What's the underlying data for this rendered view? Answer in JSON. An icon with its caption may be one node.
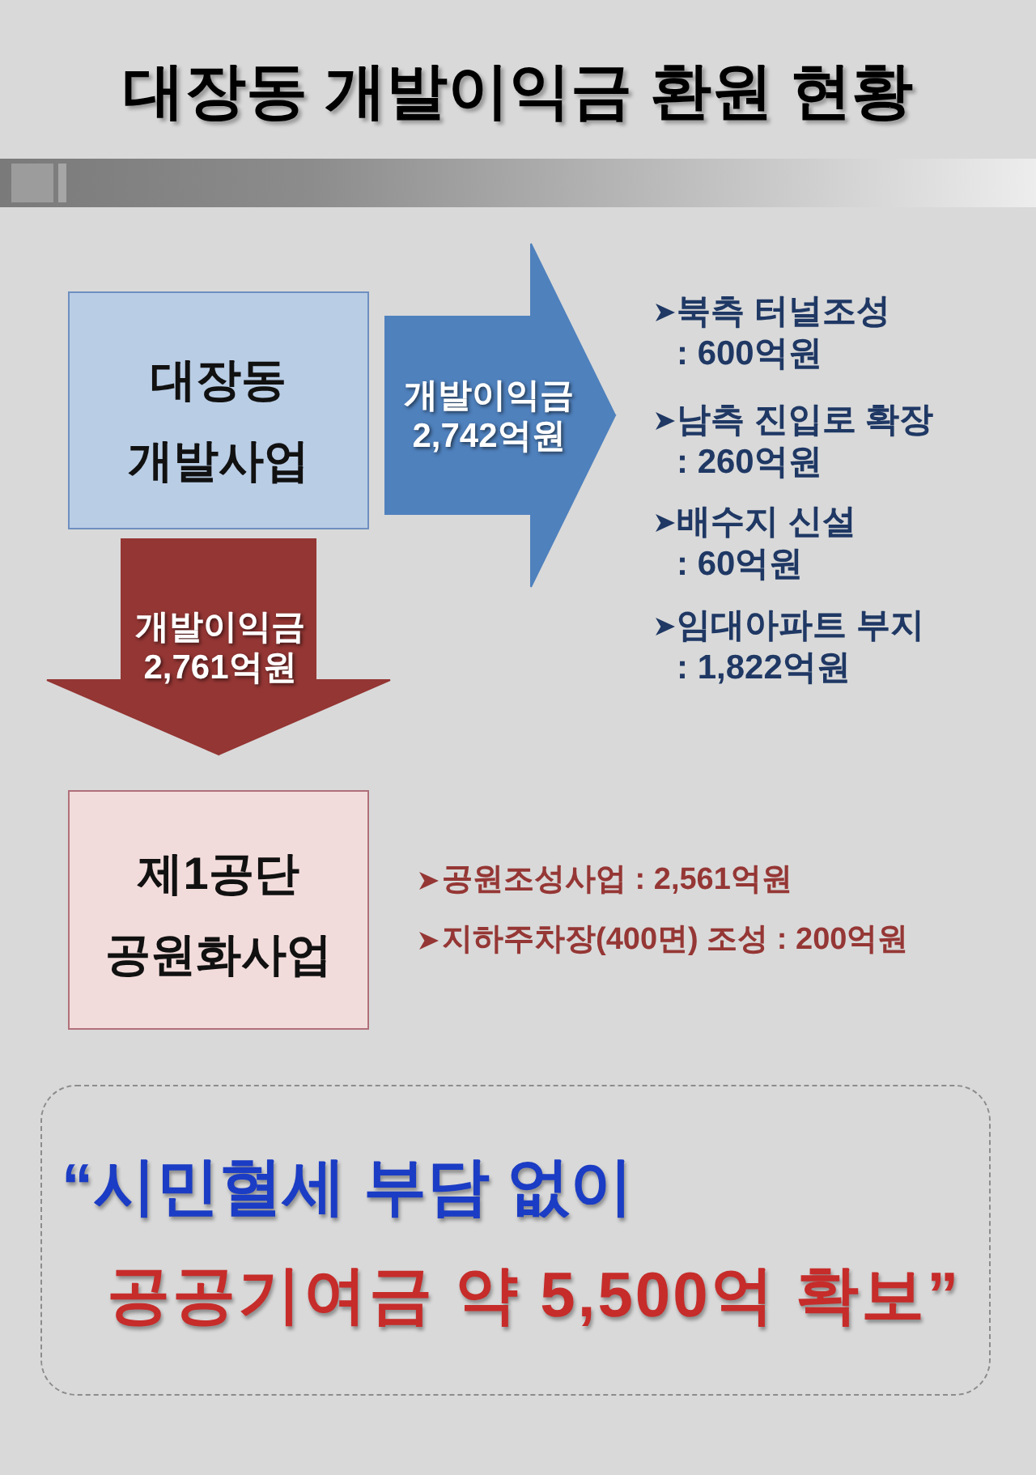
{
  "diagram": {
    "title": "대장동 개발이익금 환원 현황",
    "nodes": [
      {
        "text": [
          "대장동 개발사업"
        ]
      },
      {
        "text": [
          "북측 터널조성 : 600억원",
          "남측 진입로 확장 : 260억원",
          "배수지 신설 : 60억원",
          "임대아파트 부지 : 1,822억원"
        ]
      },
      {
        "text": [
          "제1공단 공원화사업"
        ],
        "beside": [
          "공원조성사업 : 2,561억원",
          "지하주차장(400면) 조성 : 200억원"
        ]
      },
      {
        "text": [
          "“시민혈세 부담 없이",
          "공공기여금 약 5,500억 확보”"
        ]
      }
    ],
    "edges": [
      {
        "from": 0,
        "to": 1,
        "arrow": "to",
        "label": "개발이익금 2,742억원",
        "color": "#4f81bd"
      },
      {
        "from": 0,
        "to": 2,
        "arrow": "to",
        "label": "개발이익금 2,761억원",
        "color": "#943634"
      }
    ]
  }
}
